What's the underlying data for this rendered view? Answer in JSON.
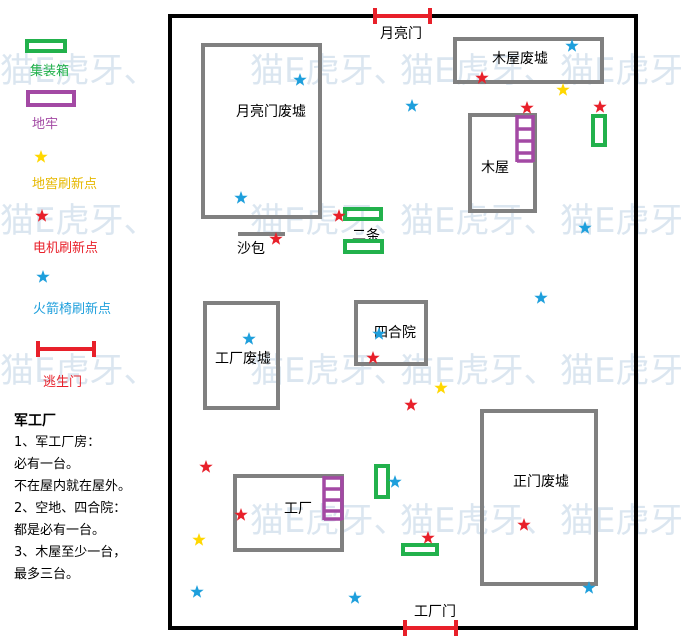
{
  "watermark": "猫E虎牙、",
  "legend": {
    "crate": "集装箱",
    "dungeon": "地牢",
    "hatch_spawn": "地窖刷新点",
    "generator_spawn": "电机刷新点",
    "rocket_chair_spawn": "火箭椅刷新点",
    "exit_gate": "逃生门"
  },
  "areas": {
    "moon_gate_ruins": "月亮门废墟",
    "cabin_ruins": "木屋废墟",
    "cabin": "木屋",
    "factory_ruins": "工厂废墟",
    "courtyard": "四合院",
    "factory": "工厂",
    "main_gate_ruins": "正门废墟"
  },
  "gates": {
    "moon_gate": "月亮门",
    "factory_gate": "工厂门"
  },
  "labels": {
    "sandbag": "沙包",
    "two": "二条"
  },
  "notes": {
    "title": "军工厂",
    "line1": "1、军工厂房：",
    "line2": "必有一台。",
    "line3": "不在屋内就在屋外。",
    "line4": "2、空地、四合院：",
    "line5": "都是必有一台。",
    "line6": "3、木屋至少一台，",
    "line7": "最多三台。"
  },
  "colors": {
    "crate": "#22b14c",
    "dungeon": "#a349a4",
    "hatch": "#ffd700",
    "generator": "#e8202a",
    "rocket_chair": "#1e9fdc",
    "exit_gate": "#e8202a",
    "building": "#808080",
    "legend_crate_text": "#22b14c",
    "legend_dungeon_text": "#a349a4",
    "legend_hatch_text": "#e6b800",
    "legend_generator_text": "#e8202a",
    "legend_rocket_text": "#1e9fdc",
    "legend_gate_text": "#e8202a"
  }
}
